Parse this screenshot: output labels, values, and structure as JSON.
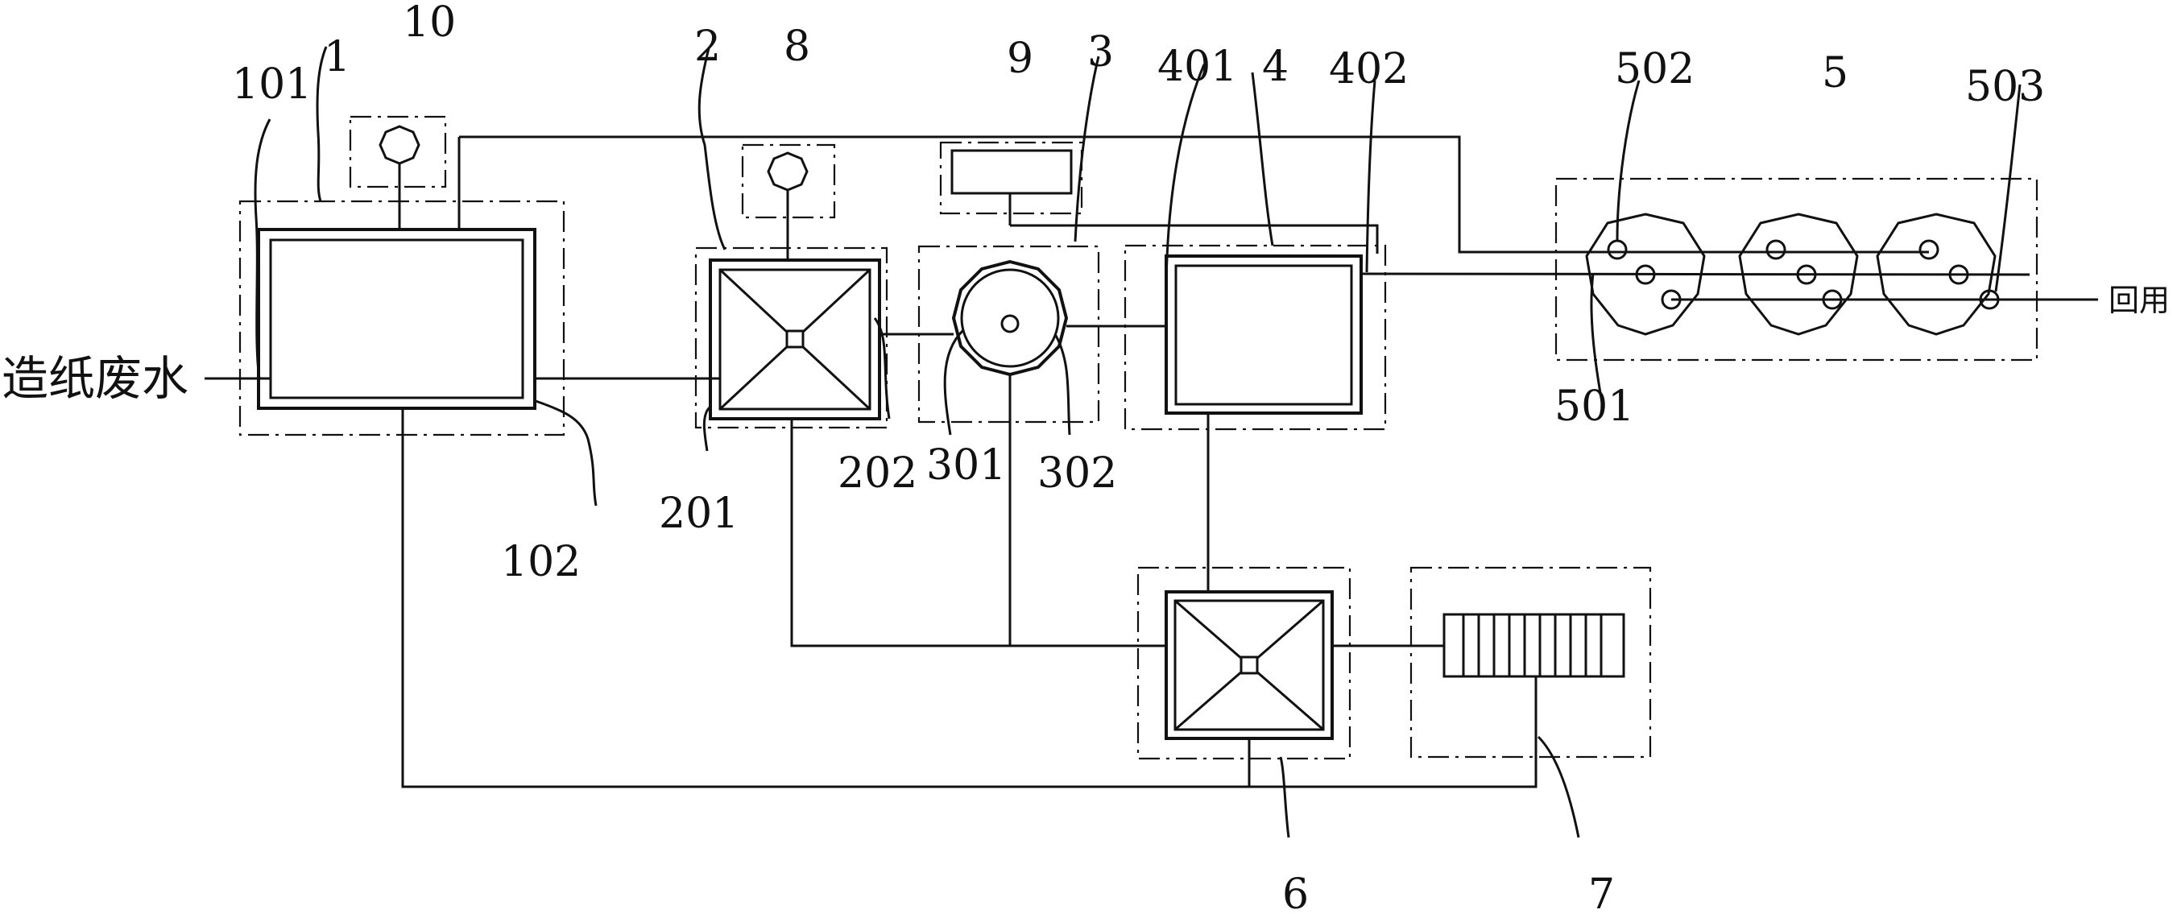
{
  "labels": {
    "l1": "1",
    "l2": "2",
    "l3": "3",
    "l4": "4",
    "l5": "5",
    "l6": "6",
    "l7": "7",
    "l8": "8",
    "l9": "9",
    "l10": "10",
    "l101": "101",
    "l102": "102",
    "l201": "201",
    "l202": "202",
    "l301": "301",
    "l302": "302",
    "l401": "401",
    "l402": "402",
    "l501": "501",
    "l502": "502",
    "l503": "503"
  },
  "text": {
    "input": "造纸废水",
    "output": "回用"
  },
  "colors": {
    "line": "#111111",
    "background": "#ffffff"
  }
}
